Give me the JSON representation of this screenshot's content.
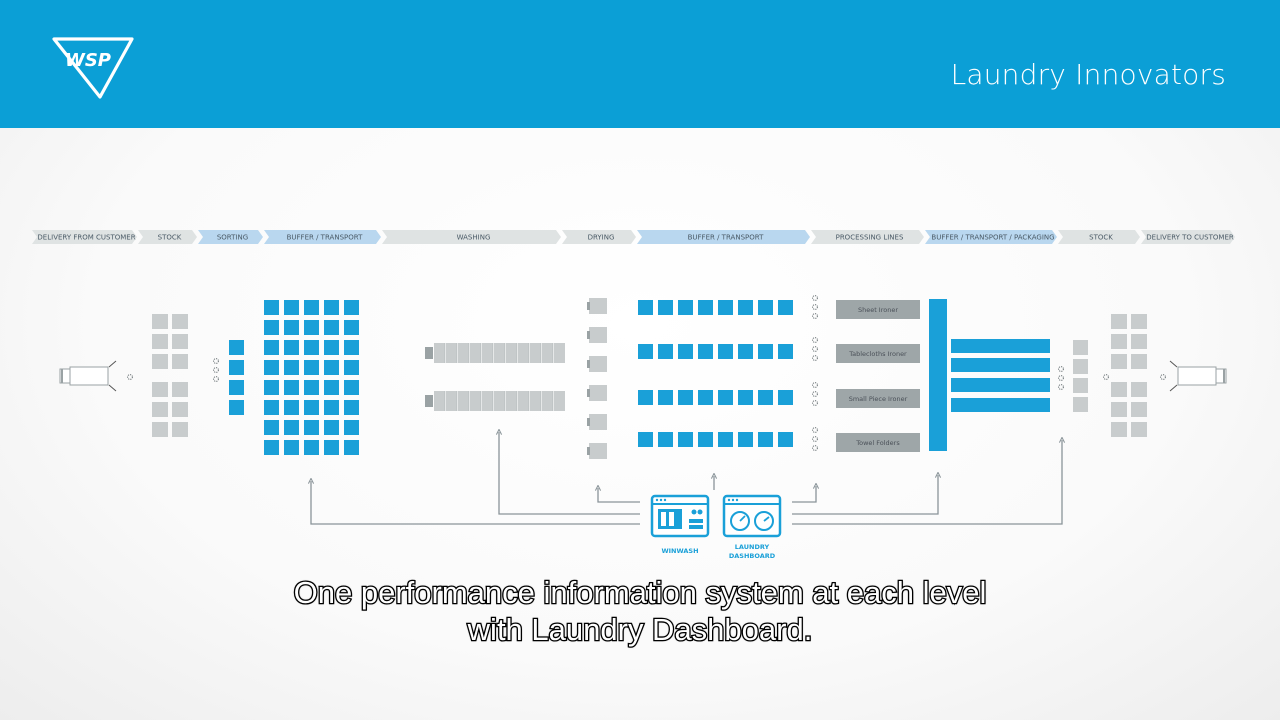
{
  "header": {
    "logo_text": "WSP",
    "tagline": "Laundry Innovators"
  },
  "stages": [
    {
      "label": "DELIVERY FROM CUSTOMER",
      "highlight": false
    },
    {
      "label": "STOCK",
      "highlight": false
    },
    {
      "label": "SORTING",
      "highlight": true
    },
    {
      "label": "BUFFER / TRANSPORT",
      "highlight": true
    },
    {
      "label": "WASHING",
      "highlight": false
    },
    {
      "label": "DRYING",
      "highlight": false
    },
    {
      "label": "BUFFER / TRANSPORT",
      "highlight": true
    },
    {
      "label": "PROCESSING LINES",
      "highlight": false
    },
    {
      "label": "BUFFER / TRANSPORT / PACKAGING",
      "highlight": true
    },
    {
      "label": "STOCK",
      "highlight": false
    },
    {
      "label": "DELIVERY TO CUSTOMER",
      "highlight": false
    }
  ],
  "processing_lines": [
    "Sheet Ironer",
    "Tablecloths Ironer",
    "Small Piece Ironer",
    "Towel Folders"
  ],
  "apps": {
    "winwash": "WINWASH",
    "dashboard_line1": "LAUNDRY",
    "dashboard_line2": "DASHBOARD"
  },
  "caption": {
    "line1": "One performance information system at each level",
    "line2": "with Laundry Dashboard."
  },
  "colors": {
    "header": "#0b9fd6",
    "blue": "#1aa0d8",
    "grey": "#c8cccd",
    "dark_grey": "#9aa2a4",
    "stage_bg": "#dfe3e3",
    "stage_highlight": "#b9d7ef"
  }
}
